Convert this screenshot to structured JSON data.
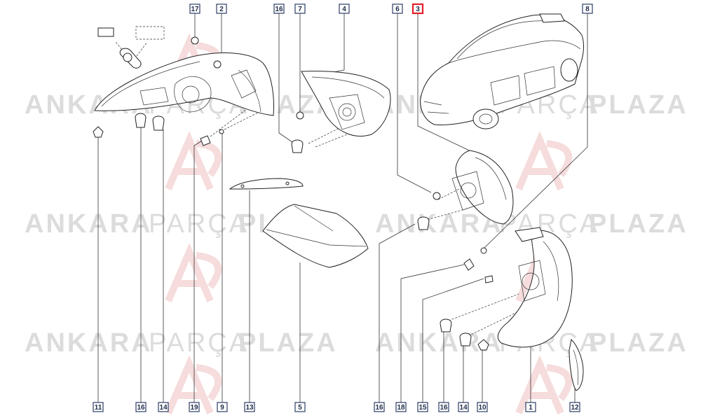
{
  "watermark": {
    "word1": "ANKARA",
    "word2": "PARÇA",
    "word3": "PLAZA"
  },
  "colors": {
    "callout_border": "#2c3e66",
    "highlight": "#e4202b",
    "watermark_text": "#dcdcdc",
    "watermark_logo": "#f6dcdc"
  },
  "callouts_top": [
    {
      "label": "17",
      "highlighted": false
    },
    {
      "label": "2",
      "highlighted": false
    },
    {
      "label": "16",
      "highlighted": false
    },
    {
      "label": "7",
      "highlighted": false
    },
    {
      "label": "4",
      "highlighted": false
    },
    {
      "label": "6",
      "highlighted": false
    },
    {
      "label": "3",
      "highlighted": true
    },
    {
      "label": "8",
      "highlighted": false
    }
  ],
  "callouts_bottom": [
    {
      "label": "11",
      "highlighted": false
    },
    {
      "label": "16",
      "highlighted": false
    },
    {
      "label": "14",
      "highlighted": false
    },
    {
      "label": "19",
      "highlighted": false
    },
    {
      "label": "9",
      "highlighted": false
    },
    {
      "label": "13",
      "highlighted": false
    },
    {
      "label": "5",
      "highlighted": false
    },
    {
      "label": "16",
      "highlighted": false
    },
    {
      "label": "18",
      "highlighted": false
    },
    {
      "label": "15",
      "highlighted": false
    },
    {
      "label": "16",
      "highlighted": false
    },
    {
      "label": "14",
      "highlighted": false
    },
    {
      "label": "10",
      "highlighted": false
    },
    {
      "label": "1",
      "highlighted": false
    },
    {
      "label": "12",
      "highlighted": false
    }
  ]
}
